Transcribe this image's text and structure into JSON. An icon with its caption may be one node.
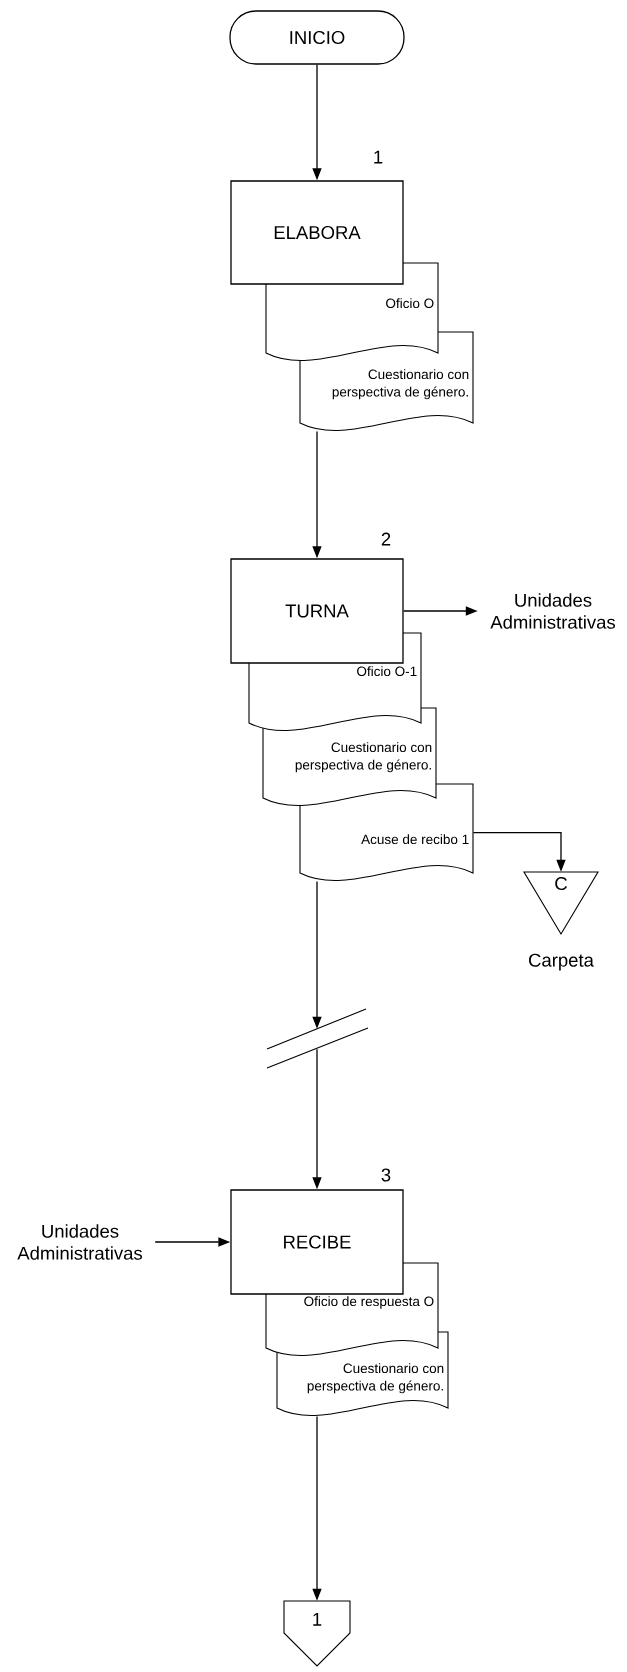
{
  "diagram": {
    "nodes": [
      {
        "text": [
          "INICIO"
        ]
      },
      {
        "text": [
          "ELABORA"
        ],
        "beside": [
          "1"
        ]
      },
      {
        "text": [
          "Oficio O"
        ]
      },
      {
        "text": [
          "Cuestionario con perspectiva de género."
        ]
      },
      {
        "text": [
          "TURNA"
        ],
        "beside": [
          "2"
        ]
      },
      {
        "text": [
          "Unidades Administrativas"
        ]
      },
      {
        "text": [
          "Oficio O-1"
        ]
      },
      {
        "text": [
          "Cuestionario con perspectiva de género."
        ]
      },
      {
        "text": [
          "Acuse de recibo 1"
        ]
      },
      {
        "text": [
          "C"
        ],
        "beside": [
          "Carpeta"
        ]
      },
      {
        "text": [],
        "shape": "break"
      },
      {
        "text": [
          "Unidades Administrativas"
        ]
      },
      {
        "text": [
          "RECIBE"
        ],
        "beside": [
          "3"
        ]
      },
      {
        "text": [
          "Oficio de respuesta O"
        ]
      },
      {
        "text": [
          "Cuestionario con perspectiva de género."
        ]
      },
      {
        "text": [
          "1"
        ]
      }
    ],
    "edges": [
      {
        "from": 0,
        "to": 1,
        "arrow": "to"
      },
      {
        "from": 3,
        "to": 4,
        "arrow": "to"
      },
      {
        "from": 4,
        "to": 5,
        "arrow": "to"
      },
      {
        "from": 8,
        "to": 9,
        "arrow": "to"
      },
      {
        "from": 8,
        "to": 10,
        "arrow": "to"
      },
      {
        "from": 10,
        "to": 12,
        "arrow": "to"
      },
      {
        "from": 11,
        "to": 12,
        "arrow": "to"
      },
      {
        "from": 14,
        "to": 15,
        "arrow": "to"
      }
    ]
  }
}
